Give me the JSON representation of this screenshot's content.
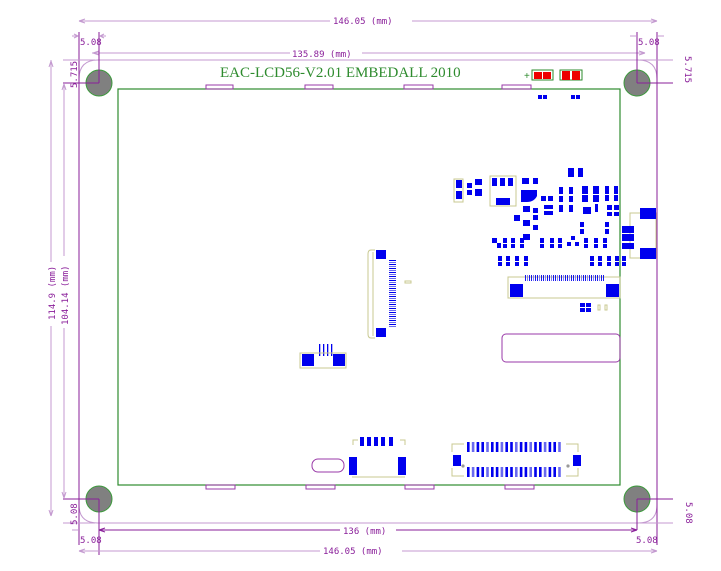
{
  "title": "EAC-LCD56-V2.01 EMBEDALL 2010",
  "dimensions": {
    "top_overall": "146.05 (mm)",
    "top_inner": "135.89 (mm)",
    "top_left_offset": "5.08",
    "top_right_offset": "5.08",
    "left_vertical_offset": "5.715",
    "right_vertical_offset": "5.715",
    "left_overall_height": "114.9 (mm)",
    "left_inner_height": "104.14 (mm)",
    "bottom_left_vertical": "5.08",
    "bottom_right_vertical": "5.08",
    "bottom_inner": "136 (mm)",
    "bottom_left_offset": "5.08",
    "bottom_right_offset": "5.08",
    "bottom_overall": "146.05 (mm)"
  },
  "colors": {
    "dimension_line": "#8a1f9a",
    "pcb_outline": "#2e8b2e",
    "pad": "#0000ee",
    "mounting_hole": "#808080",
    "led": "#ee0000",
    "silkscreen": "#c8c890"
  },
  "led_polarity": "+"
}
